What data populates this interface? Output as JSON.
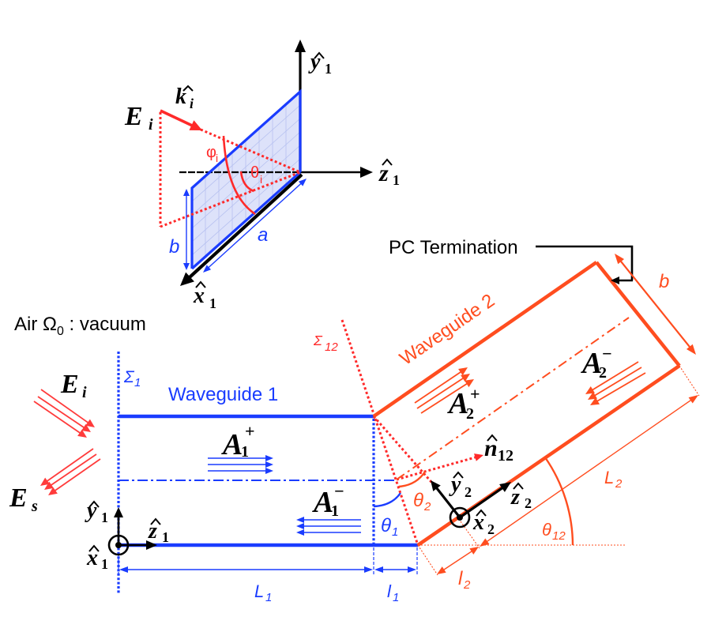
{
  "colors": {
    "waveguide1": "#1a3cff",
    "waveguide2": "#ff4d1f",
    "field": "#ff2a2a",
    "wave": "#ff3b3b",
    "axes": "#000000",
    "aperture": "#dde2fa",
    "grid": "#b7c1f0"
  },
  "top": {
    "E_i": {
      "base": "E",
      "sub": "i"
    },
    "k_i": {
      "base": "k",
      "sub": "i",
      "accent": "hat"
    },
    "y1": {
      "base": "y",
      "sub": "1",
      "accent": "hat"
    },
    "z1": {
      "base": "z",
      "sub": "1",
      "accent": "hat"
    },
    "x1": {
      "base": "x",
      "sub": "1",
      "accent": "hat"
    },
    "phi_i": {
      "base": "φ",
      "sub": "i"
    },
    "theta_i": {
      "base": "θ",
      "sub": "i"
    },
    "a": "a",
    "b": "b"
  },
  "medium": {
    "prefix": "Air Ω",
    "sub": "0",
    "suffix": " : vacuum"
  },
  "incident": {
    "E_i": {
      "base": "E",
      "sub": "i"
    },
    "E_s": {
      "base": "E",
      "sub": "s"
    }
  },
  "waveguide1": {
    "title": "Waveguide 1",
    "sigma1": {
      "base": "Σ",
      "sub": "1"
    },
    "A_plus": {
      "base": "A",
      "sub": "1",
      "sup": "+"
    },
    "A_minus": {
      "base": "A",
      "sub": "1",
      "sup": "−"
    },
    "theta1": {
      "base": "θ",
      "sub": "1"
    },
    "L1": {
      "base": "L",
      "sub": "1"
    },
    "l1": {
      "base": "l",
      "sub": "1"
    },
    "frame": {
      "y": {
        "base": "y",
        "sub": "1",
        "accent": "hat"
      },
      "z": {
        "base": "z",
        "sub": "1",
        "accent": "hat"
      },
      "x": {
        "base": "x",
        "sub": "1",
        "accent": "hat"
      }
    }
  },
  "waveguide2": {
    "title": "Waveguide 2",
    "termination": "PC Termination",
    "sigma12": {
      "base": "Σ",
      "sub": "12"
    },
    "A_plus": {
      "base": "A",
      "sub": "2",
      "sup": "+"
    },
    "A_minus": {
      "base": "A",
      "sub": "2",
      "sup": "−"
    },
    "n12": {
      "base": "n",
      "sub": "12",
      "accent": "hat"
    },
    "theta2": {
      "base": "θ",
      "sub": "2"
    },
    "theta12": {
      "base": "θ",
      "sub": "12"
    },
    "L2": {
      "base": "L",
      "sub": "2"
    },
    "l2": {
      "base": "l",
      "sub": "2"
    },
    "b": "b",
    "frame": {
      "y": {
        "base": "y",
        "sub": "2",
        "accent": "hat"
      },
      "z": {
        "base": "z",
        "sub": "2",
        "accent": "hat"
      },
      "x": {
        "base": "x",
        "sub": "2",
        "accent": "hat"
      }
    }
  }
}
